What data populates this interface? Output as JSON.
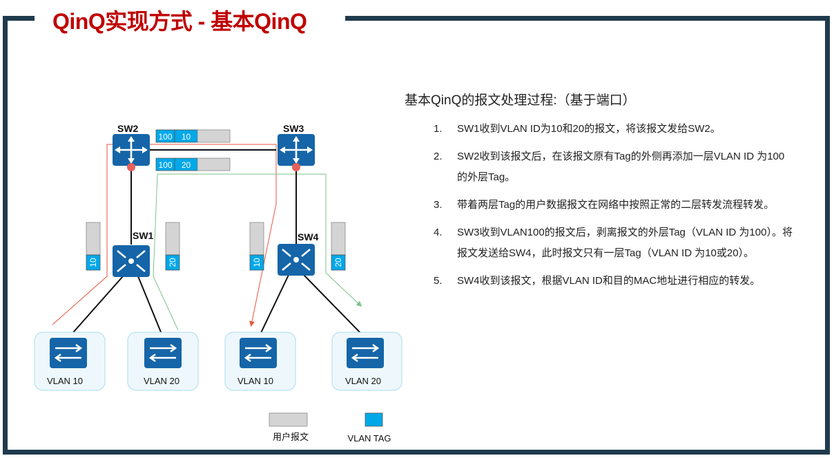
{
  "title": "QinQ实现方式 - 基本QinQ",
  "heading": "基本QinQ的报文处理过程:（基于端口）",
  "steps": [
    {
      "num": "1.",
      "text": "SW1收到VLAN ID为10和20的报文，将该报文发给SW2。"
    },
    {
      "num": "2.",
      "text": "SW2收到该报文后，在该报文原有Tag的外侧再添加一层VLAN ID 为100的外层Tag。"
    },
    {
      "num": "3.",
      "text": "带着两层Tag的用户数据报文在网络中按照正常的二层转发流程转发。"
    },
    {
      "num": "4.",
      "text": "SW3收到VLAN100的报文后，剥离报文的外层Tag（VLAN ID 为100）。将报文发送给SW4，此时报文只有一层Tag（VLAN ID 为10或20）。"
    },
    {
      "num": "5.",
      "text": "SW4收到该报文，根据VLAN ID和目的MAC地址进行相应的转发。"
    }
  ],
  "diagram": {
    "switches": {
      "sw1": "SW1",
      "sw2": "SW2",
      "sw3": "SW3",
      "sw4": "SW4"
    },
    "hosts": [
      "VLAN 10",
      "VLAN 20",
      "VLAN 10",
      "VLAN 20"
    ],
    "double_tags": [
      {
        "outer": "100",
        "inner": "10"
      },
      {
        "outer": "100",
        "inner": "20"
      }
    ],
    "single_tags": [
      "10",
      "20",
      "10",
      "20"
    ],
    "legend": {
      "user_frame": "用户报文",
      "vlan_tag": "VLAN TAG"
    }
  },
  "colors": {
    "title": "#c00000",
    "frame": "#1f3a4d",
    "device": "#1565a8",
    "tag": "#00a8e8",
    "frame_gray": "#d4d4d4",
    "path_red": "#e8553f",
    "path_green": "#7cc48a",
    "port_dot": "#e8605a"
  }
}
